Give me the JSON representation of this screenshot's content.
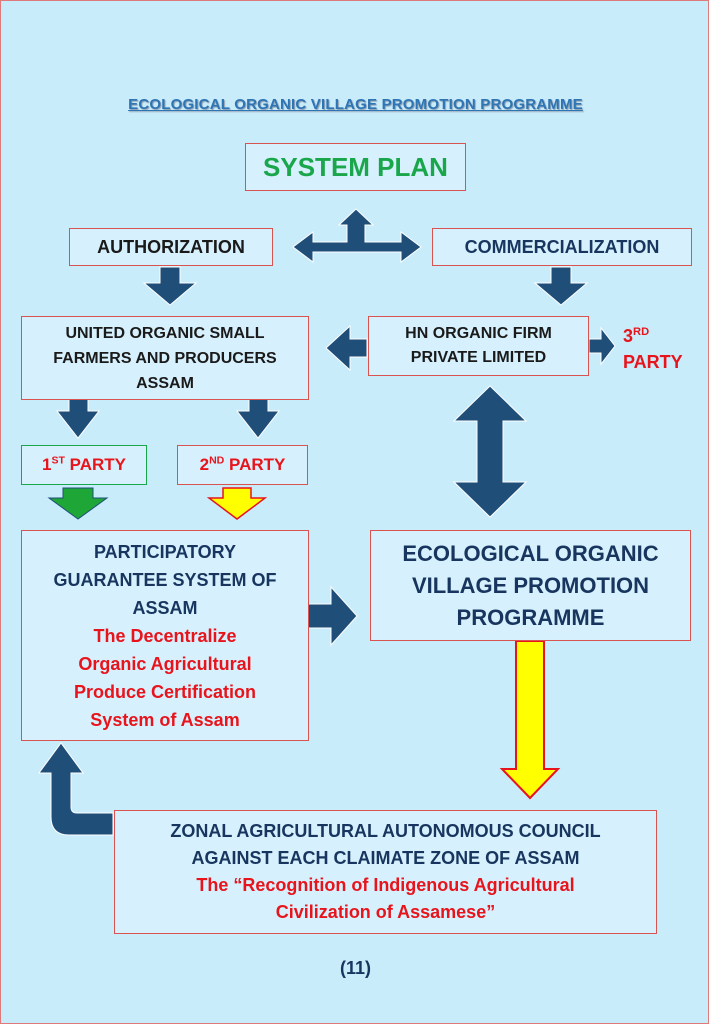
{
  "title": "ECOLOGICAL ORGANIC VILLAGE PROMOTION PROGRAMME",
  "system_plan": "SYSTEM PLAN",
  "authorization": "AUTHORIZATION",
  "commercialization": "COMMERCIALIZATION",
  "uosfp": {
    "line1": "UNITED ORGANIC SMALL",
    "line2": "FARMERS AND PRODUCERS",
    "line3": "ASSAM"
  },
  "hn_firm": {
    "line1": "HN ORGANIC FIRM",
    "line2": "PRIVATE LIMITED"
  },
  "third_party": {
    "num": "3",
    "sup": "RD",
    "word": "PARTY"
  },
  "first_party": {
    "num": "1",
    "sup": "ST",
    "word": " PARTY"
  },
  "second_party": {
    "num": "2",
    "sup": "ND",
    "word": " PARTY"
  },
  "pgs": {
    "line1": "PARTICIPATORY",
    "line2": "GUARANTEE SYSTEM OF",
    "line3": "ASSAM",
    "red1": "The Decentralize",
    "red2": "Organic Agricultural",
    "red3": "Produce Certification",
    "red4": "System of Assam"
  },
  "eovpp": {
    "line1": "ECOLOGICAL ORGANIC",
    "line2": "VILLAGE PROMOTION",
    "line3": "PROGRAMME"
  },
  "zaac": {
    "line1": "ZONAL AGRICULTURAL AUTONOMOUS COUNCIL",
    "line2": "AGAINST EACH CLAIMATE ZONE OF ASSAM",
    "red1": "The “Recognition of Indigenous Agricultural",
    "red2": "Civilization of Assamese”"
  },
  "page_number": "(11)",
  "colors": {
    "background": "#c9ecfb",
    "navy": "#17355e",
    "red": "#e8141c",
    "green": "#1aa64a",
    "arrow_blue": "#1f4e79",
    "arrow_green": "#1ea636",
    "arrow_yellow": "#ffff00"
  }
}
